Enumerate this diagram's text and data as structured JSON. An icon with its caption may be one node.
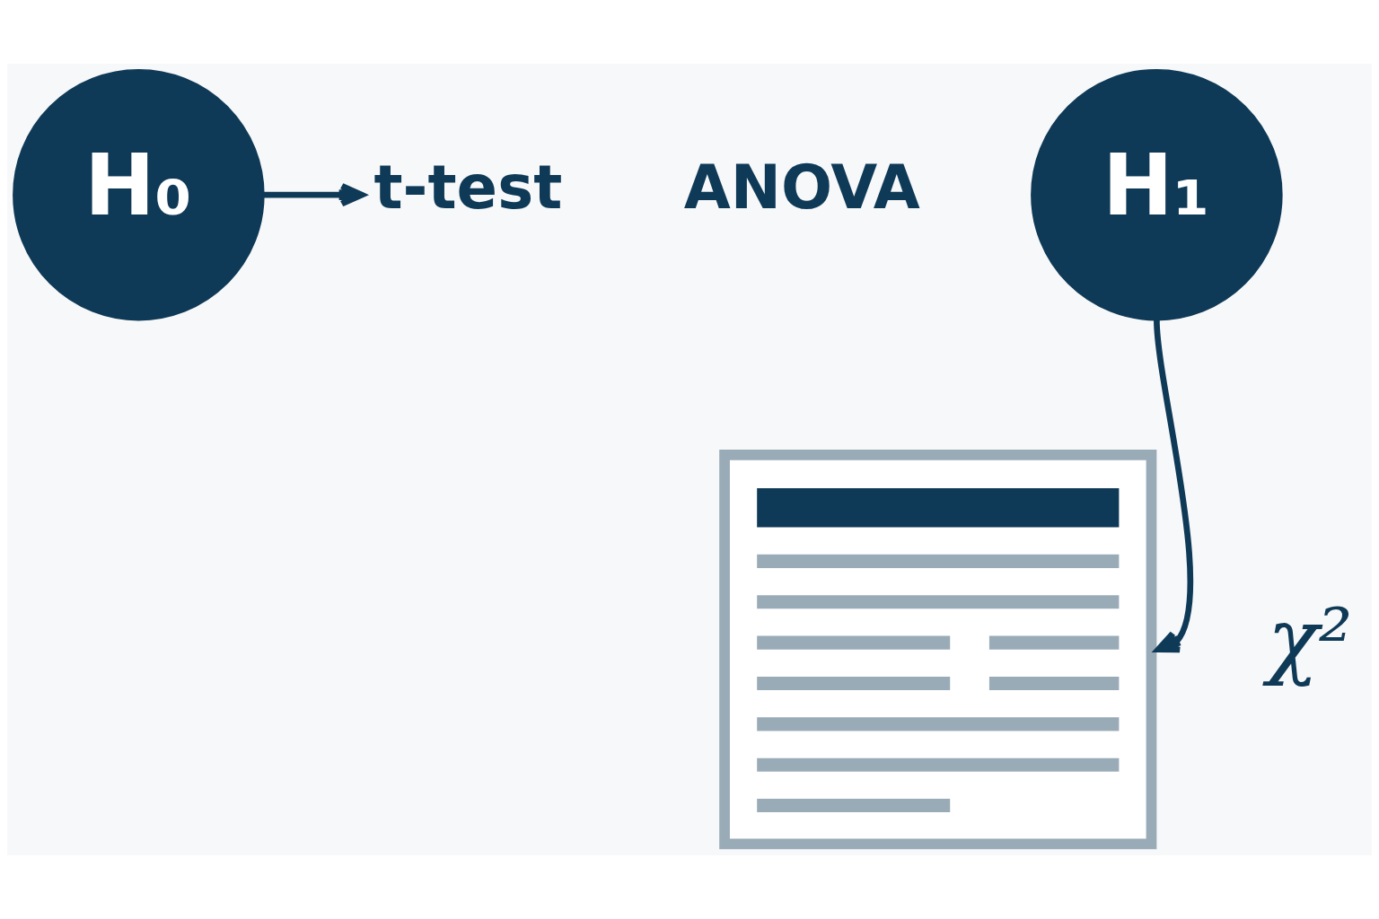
{
  "diagram": {
    "nodes": [
      {
        "text": [
          "H₀"
        ]
      },
      {
        "text": [
          "t-test"
        ]
      },
      {
        "text": [
          "ANOVA"
        ]
      },
      {
        "text": [
          "H₁"
        ]
      },
      {
        "text": [],
        "shape": "picture"
      }
    ],
    "edges": [
      {
        "from": 0,
        "to": 1,
        "arrow": "to"
      },
      {
        "from": 3,
        "to": 4,
        "arrow": "to"
      }
    ],
    "labels": [
      "χ²"
    ]
  }
}
